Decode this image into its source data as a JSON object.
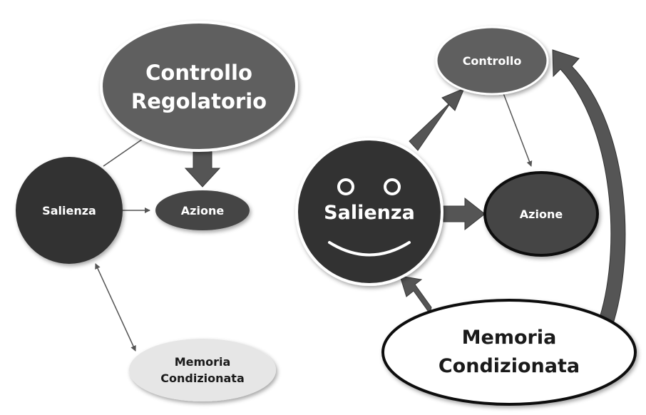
{
  "left_diagram": {
    "controllo_regolatorio": {
      "line1": "Controllo",
      "line2": "Regolatorio"
    },
    "salienza": "Salienza",
    "azione": "Azione",
    "memoria": {
      "line1": "Memoria",
      "line2": "Condizionata"
    }
  },
  "right_diagram": {
    "controllo": "Controllo",
    "salienza": "Salienza",
    "azione": "Azione",
    "memoria": {
      "line1": "Memoria",
      "line2": "Condizionata"
    }
  },
  "colors": {
    "dark": "#333333",
    "medium": "#5e5e5e",
    "light": "#e6e6e6",
    "white": "#ffffff"
  }
}
